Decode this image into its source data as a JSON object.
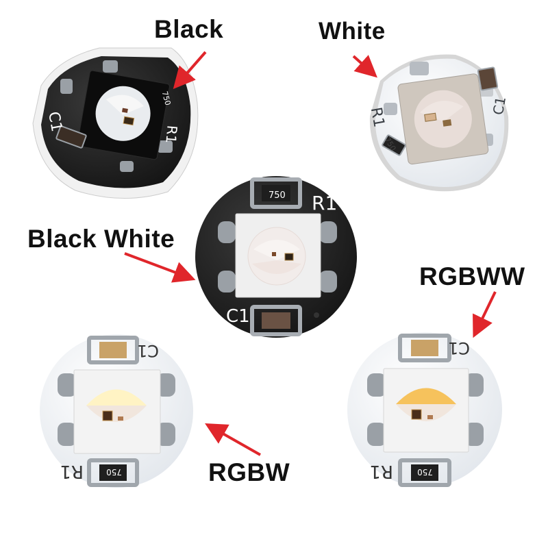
{
  "labels": {
    "black": "Black",
    "white": "White",
    "black_white": "Black White",
    "rgbww": "RGBWW",
    "rgbw": "RGBW"
  },
  "board_markings": {
    "resistor_value": "750",
    "resistor_ref": "R1",
    "capacitor_ref": "C1"
  },
  "colors": {
    "arrow": "#e0262b",
    "pcb_black": "#1b1b1b",
    "pcb_white": "#eef2f6",
    "led_body": "#ececec",
    "warm_white": "#f6c25c",
    "cool_white": "#fff3c4"
  }
}
